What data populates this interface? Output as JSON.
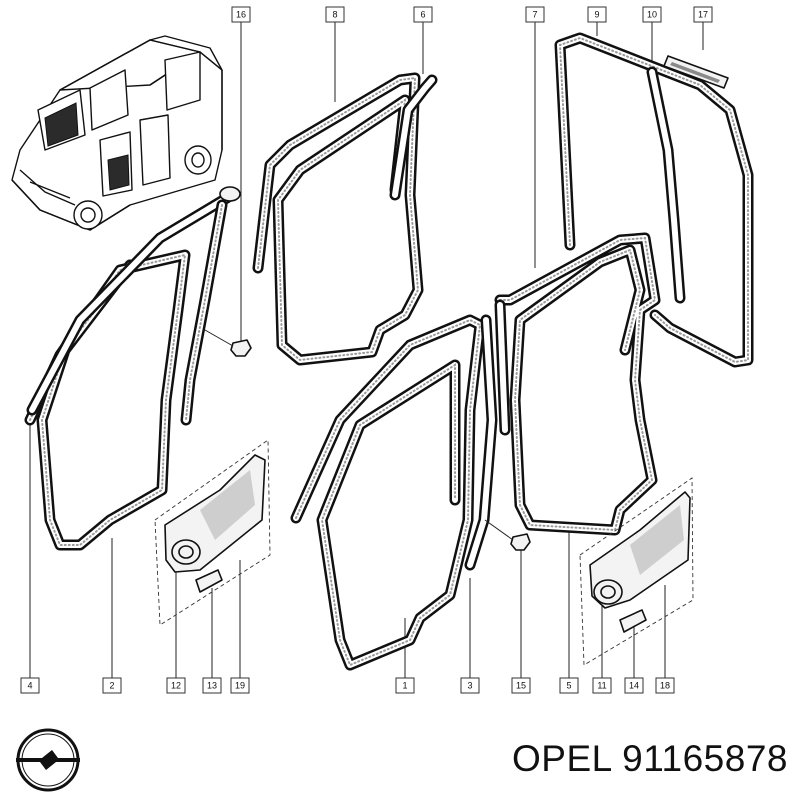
{
  "callouts": [
    "16",
    "8",
    "6",
    "7",
    "9",
    "10",
    "17",
    "4",
    "2",
    "12",
    "13",
    "19",
    "1",
    "3",
    "15",
    "5",
    "11",
    "14",
    "18"
  ],
  "part_number_text": "OPEL 91165878",
  "logo": {
    "name": "opel-logo",
    "color": "#111111"
  },
  "colors": {
    "line": "#111111",
    "seal_core": "#ffffff",
    "paper": "#ffffff",
    "panel_stipple": "#8a8a8a"
  }
}
